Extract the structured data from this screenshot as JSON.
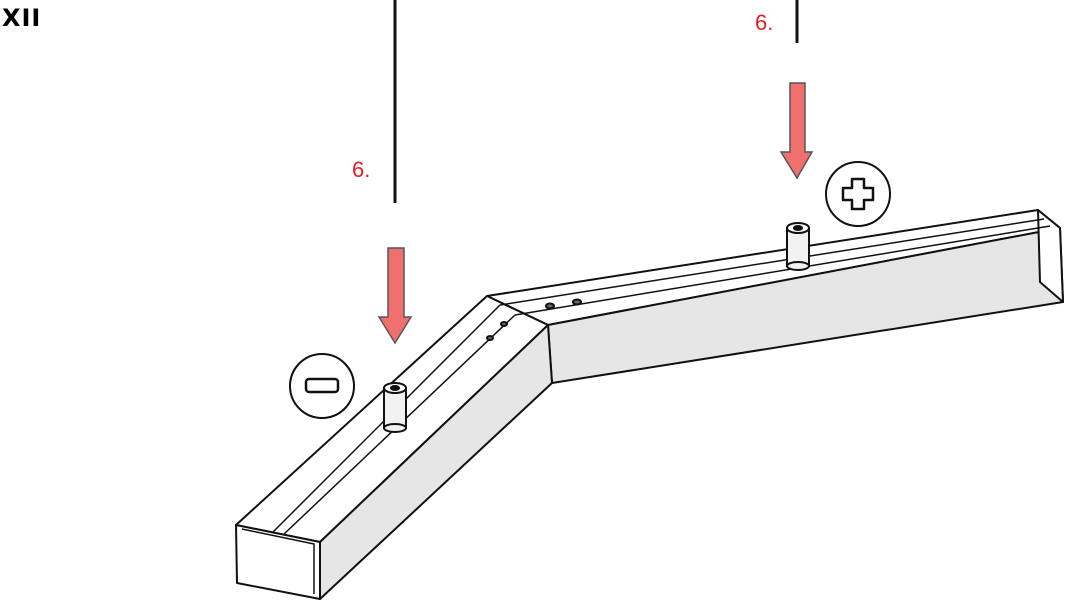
{
  "page": {
    "step": "XII"
  },
  "annotations": {
    "left_label": "6.",
    "right_label": "6.",
    "label_color": "#e31e24"
  },
  "colors": {
    "arrow": "#f07070",
    "arrow_stroke": "#555555",
    "face": "#e6e6e6",
    "line": "#111111"
  },
  "icons": {
    "minus": "minus-icon",
    "plus": "plus-icon"
  }
}
